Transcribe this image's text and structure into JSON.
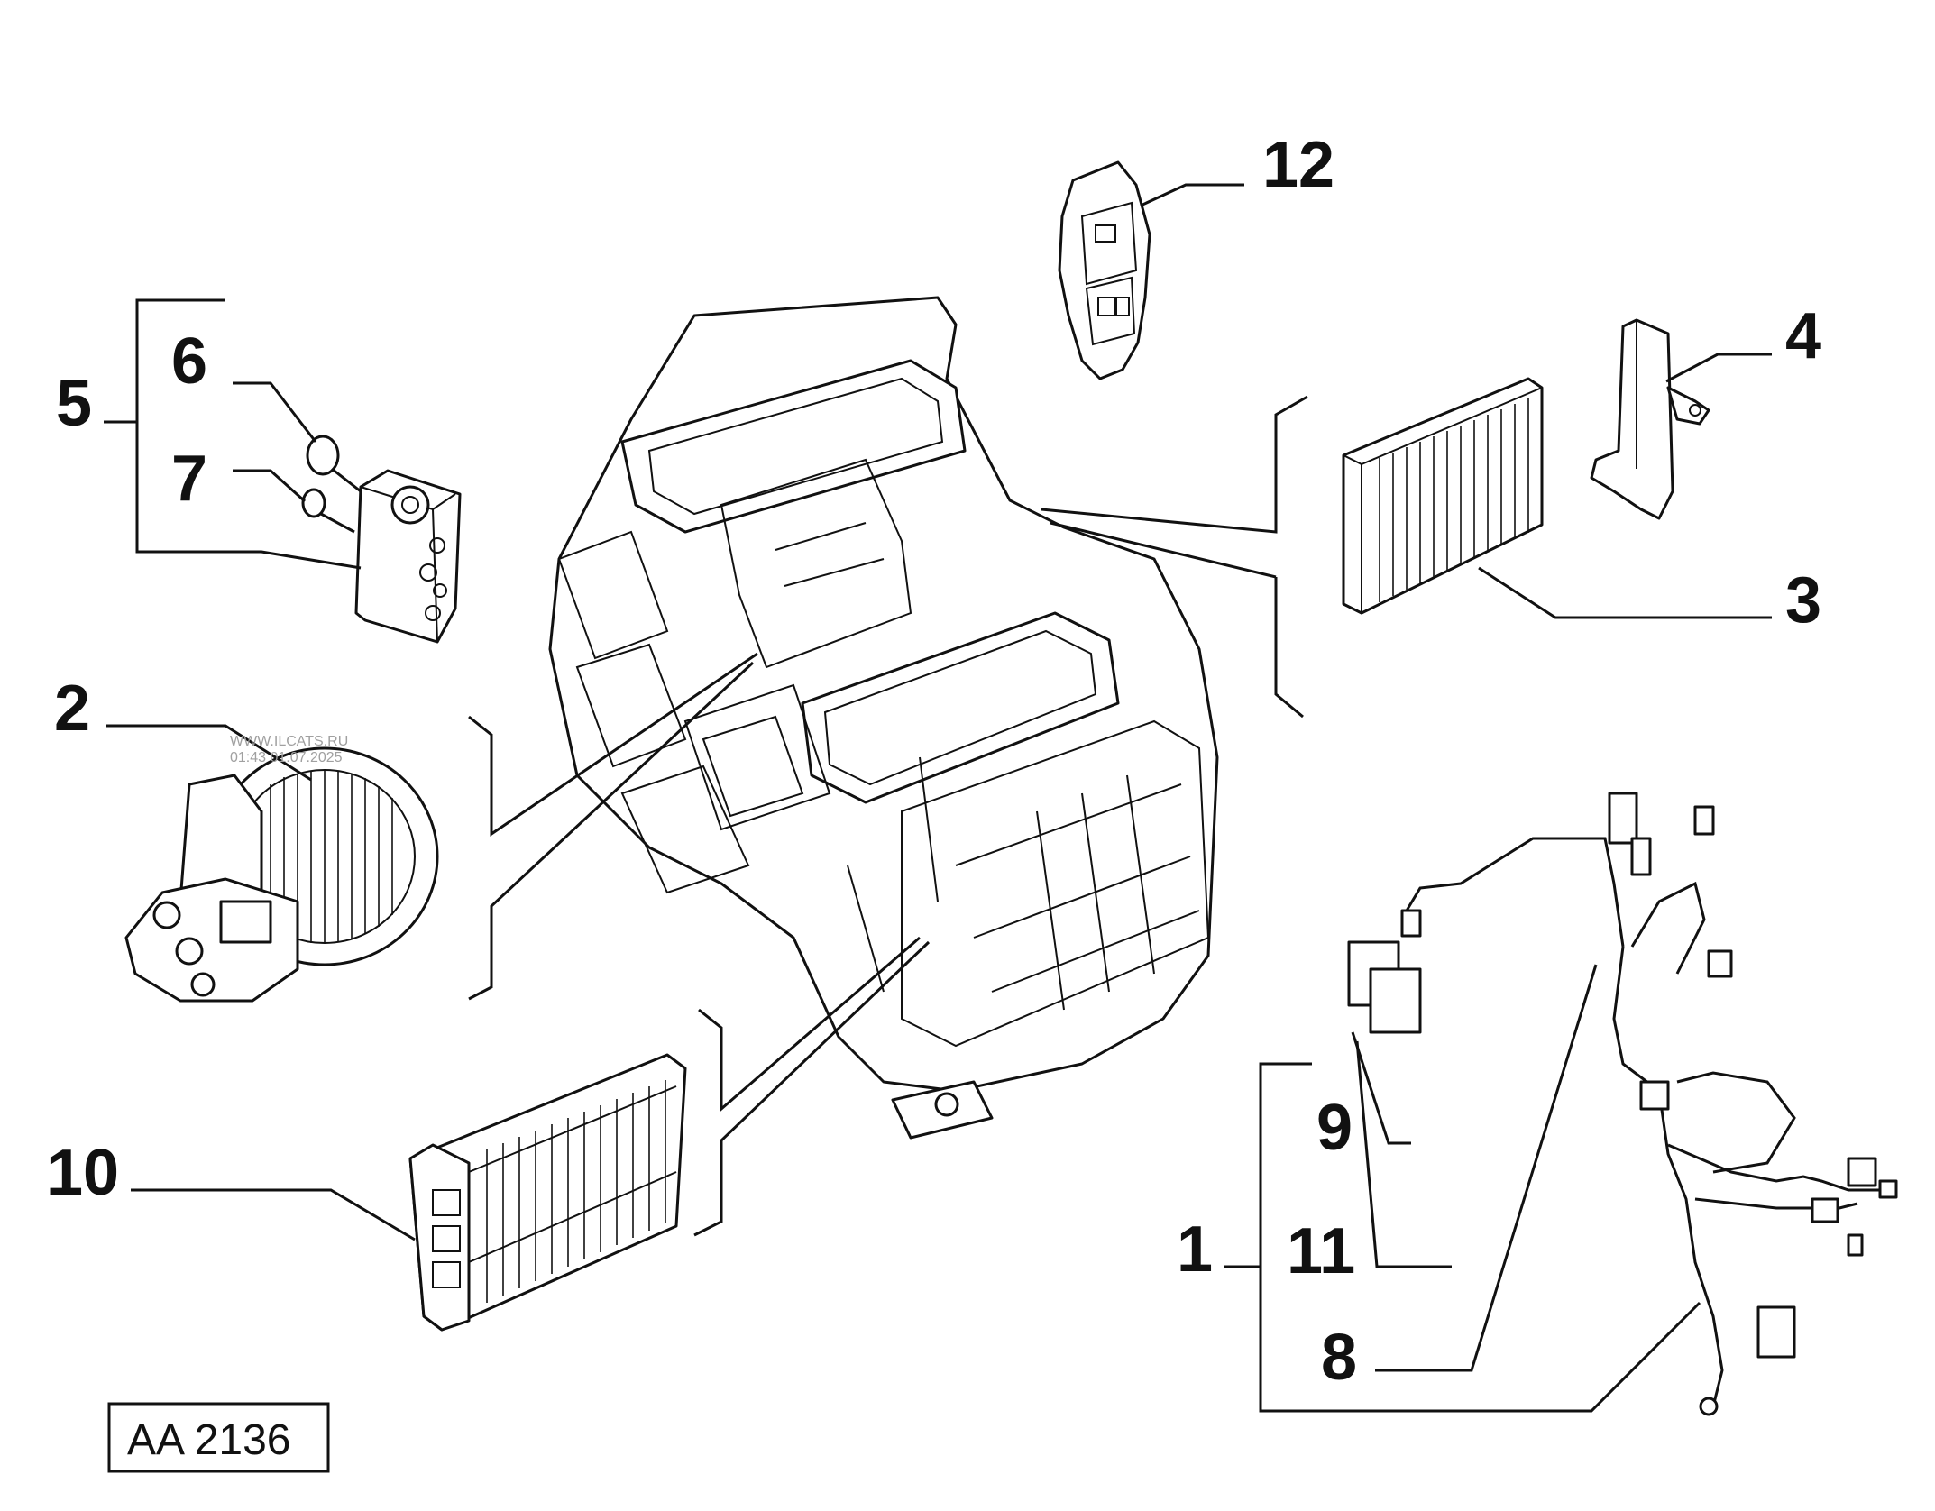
{
  "callouts": {
    "c1": "1",
    "c2": "2",
    "c3": "3",
    "c4": "4",
    "c5": "5",
    "c6": "6",
    "c7": "7",
    "c8": "8",
    "c9": "9",
    "c10": "10",
    "c11": "11",
    "c12": "12"
  },
  "watermark": {
    "site": "WWW.ILCATS.RU",
    "stamp": "01:43 01.07.2025"
  },
  "reference_code": "AA 2136"
}
